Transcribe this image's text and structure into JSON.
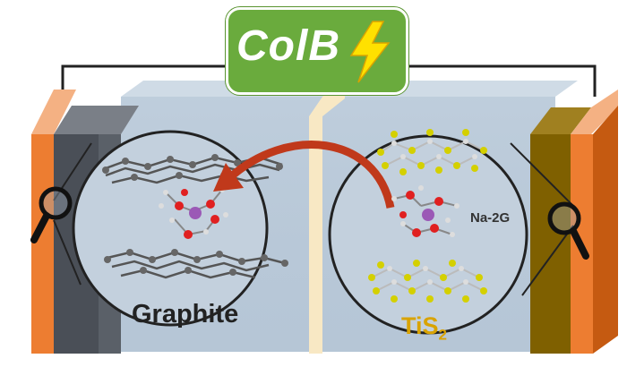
{
  "title": "ColB",
  "labels": {
    "anode_material": "Graphite",
    "complex": "Na-2G",
    "cathode_material": "TiS",
    "cathode_subscript": "2"
  },
  "colors": {
    "title_bg": "#6aab3d",
    "electrolyte": "#b9c9d9",
    "separator": "#f8e8c4",
    "anode_collector": "#ed7d31",
    "cathode_collector": "#ed7d31",
    "anode_layer": "#4a4f57",
    "cathode_layer": "#7f6000",
    "arrow": "#c0391b",
    "sodium_ion": "#9b59b6",
    "sulfur": "#d4d000",
    "oxygen": "#e02020",
    "carbon": "#666666",
    "tis2_label": "#d9a300"
  },
  "icons": [
    "lightning-bolt-icon",
    "magnifier-icon-left",
    "magnifier-icon-right"
  ]
}
